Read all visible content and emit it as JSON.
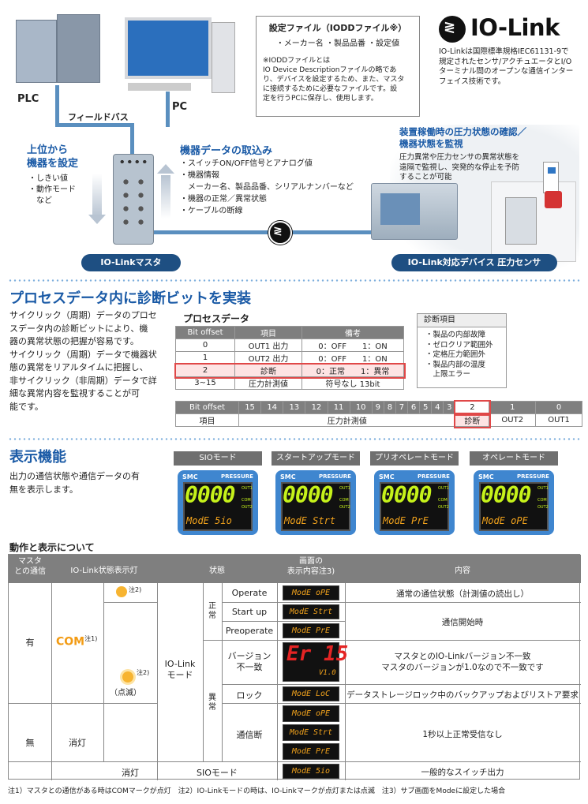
{
  "top": {
    "plc": "PLC",
    "pc": "PC",
    "fieldbus": "フィールドバス",
    "param_title": "上位から\n機器を設定",
    "param_items": [
      "・しきい値",
      "・動作モード",
      "　など"
    ],
    "data_title": "機器データの取込み",
    "data_items": [
      "・スイッチON/OFF信号とアナログ値",
      "・機器情報",
      "　メーカー名、製品品番、シリアルナンバーなど",
      "・機器の正常／異常状態",
      "・ケーブルの断線"
    ],
    "master_label": "IO-Linkマスタ",
    "device_label": "IO-Link対応デバイス 圧力センサ",
    "file_box_title": "設定ファイル（IODDファイル※）",
    "file_box_sub": "・メーカー名 ・製品品番 ・設定値",
    "file_box_note": "※IODDファイルとは\nIO Device Descriptionファイルの略であ\nり、デバイスを設定するため、また、マスタ\nに接続するために必要なファイルです。設\n定を行うPCに保存し、使用します。",
    "logo_text": "IO-Link",
    "logo_desc": "IO-Linkは国際標準規格IEC61131-9で\n規定されたセンサ/アクチュエータとI/O\nターミナル間のオープンな通信インター\nフェイス技術です。",
    "monitor_title": "装置稼働時の圧力状態の確認／\n機器状態を監視",
    "monitor_desc": "圧力異常や圧力センサの異常状態を\n遠隔で監視し、突発的な停止を予防\nすることが可能"
  },
  "diag": {
    "title": "プロセスデータ内に診断ビットを実装",
    "desc": "サイクリック（周期）データのプロセ\nスデータ内の診断ビットにより、機\n器の異常状態の把握が容易です。\nサイクリック（周期）データで機器状\n態の異常をリアルタイムに把握し、\n非サイクリック（非周期）データで詳\n細な異常内容を監視することが可\n能です。",
    "pd_title": "プロセスデータ",
    "pd_headers": [
      "Bit offset",
      "項目",
      "備考"
    ],
    "pd_rows": [
      [
        "0",
        "OUT1 出力",
        "0：OFF　　1：ON"
      ],
      [
        "1",
        "OUT2 出力",
        "0：OFF　　1：ON"
      ],
      [
        "2",
        "診断",
        "0：正常　　1：異常"
      ],
      [
        "3~15",
        "圧力計測値",
        "符号なし 13bit"
      ]
    ],
    "diag_items_title": "診断項目",
    "diag_items": [
      "・製品の内部故障",
      "・ゼロクリア範囲外",
      "・定格圧力範囲外",
      "・製品内部の温度",
      "　上限エラー"
    ],
    "bit_label": "Bit offset",
    "bits": [
      "15",
      "14",
      "13",
      "12",
      "11",
      "10",
      "9",
      "8",
      "7",
      "6",
      "5",
      "4",
      "3",
      "2",
      "1",
      "0"
    ],
    "item_label": "項目",
    "item_pressure": "圧力計測値",
    "item_diag": "診断",
    "item_out2": "OUT2",
    "item_out1": "OUT1"
  },
  "display": {
    "title": "表示機能",
    "desc": "出力の通信状態や通信データの有\n無を表示します。",
    "modes": [
      {
        "title": "SIOモード",
        "lcd_main": "0000",
        "lcd_sub": "ModE 5io"
      },
      {
        "title": "スタートアップモード",
        "lcd_main": "0000",
        "lcd_sub": "ModE Strt"
      },
      {
        "title": "プリオペレートモード",
        "lcd_main": "0000",
        "lcd_sub": "ModE PrE"
      },
      {
        "title": "オペレートモード",
        "lcd_main": "0000",
        "lcd_sub": "ModE oPE"
      }
    ],
    "brand": "SMC",
    "pressure": "PRESSURE",
    "out1": "OUT1",
    "out2": "OUT2",
    "com": "COM"
  },
  "ops": {
    "title": "動作と表示について",
    "headers": [
      "マスタ\nとの通信",
      "IO-Link状態表示灯",
      "状態",
      "画面の\n表示内容注3)",
      "内容"
    ],
    "yes": "有",
    "no": "無",
    "com_label": "COM",
    "com_note": "注1)",
    "blink_label": "（点滅）",
    "note2": "注2)",
    "iolink_mode": "IO-Link\nモード",
    "normal": "正\n常",
    "abnormal": "異\n常",
    "unlit": "消灯",
    "states": [
      "Operate",
      "Start up",
      "Preoperate",
      "バージョン\n不一致",
      "ロック",
      "通信断"
    ],
    "lcds": [
      "ModE oPE",
      "ModE Strt",
      "ModE PrE",
      "Er 15",
      "ModE LoC",
      "ModE oPE",
      "ModE Strt",
      "ModE PrE",
      "ModE 5io"
    ],
    "ver_sub": "V1.0",
    "contents": [
      "通常の通信状態（計測値の読出し）",
      "通信開始時",
      "マスタとのIO-Linkバージョン不一致\nマスタのバージョンが1.0なので不一致です",
      "データストレージロック中のバックアップおよびリストア要求",
      "1秒以上正常受信なし",
      "一般的なスイッチ出力"
    ],
    "sio_unlit": "消灯",
    "sio_mode": "SIOモード"
  },
  "footnote": "注1）マスタとの通信がある時はCOMマークが点灯　注2）IO-Linkモードの時は、IO-Linkマークが点灯または点滅　注3）サブ画面をModeに設定した場合"
}
